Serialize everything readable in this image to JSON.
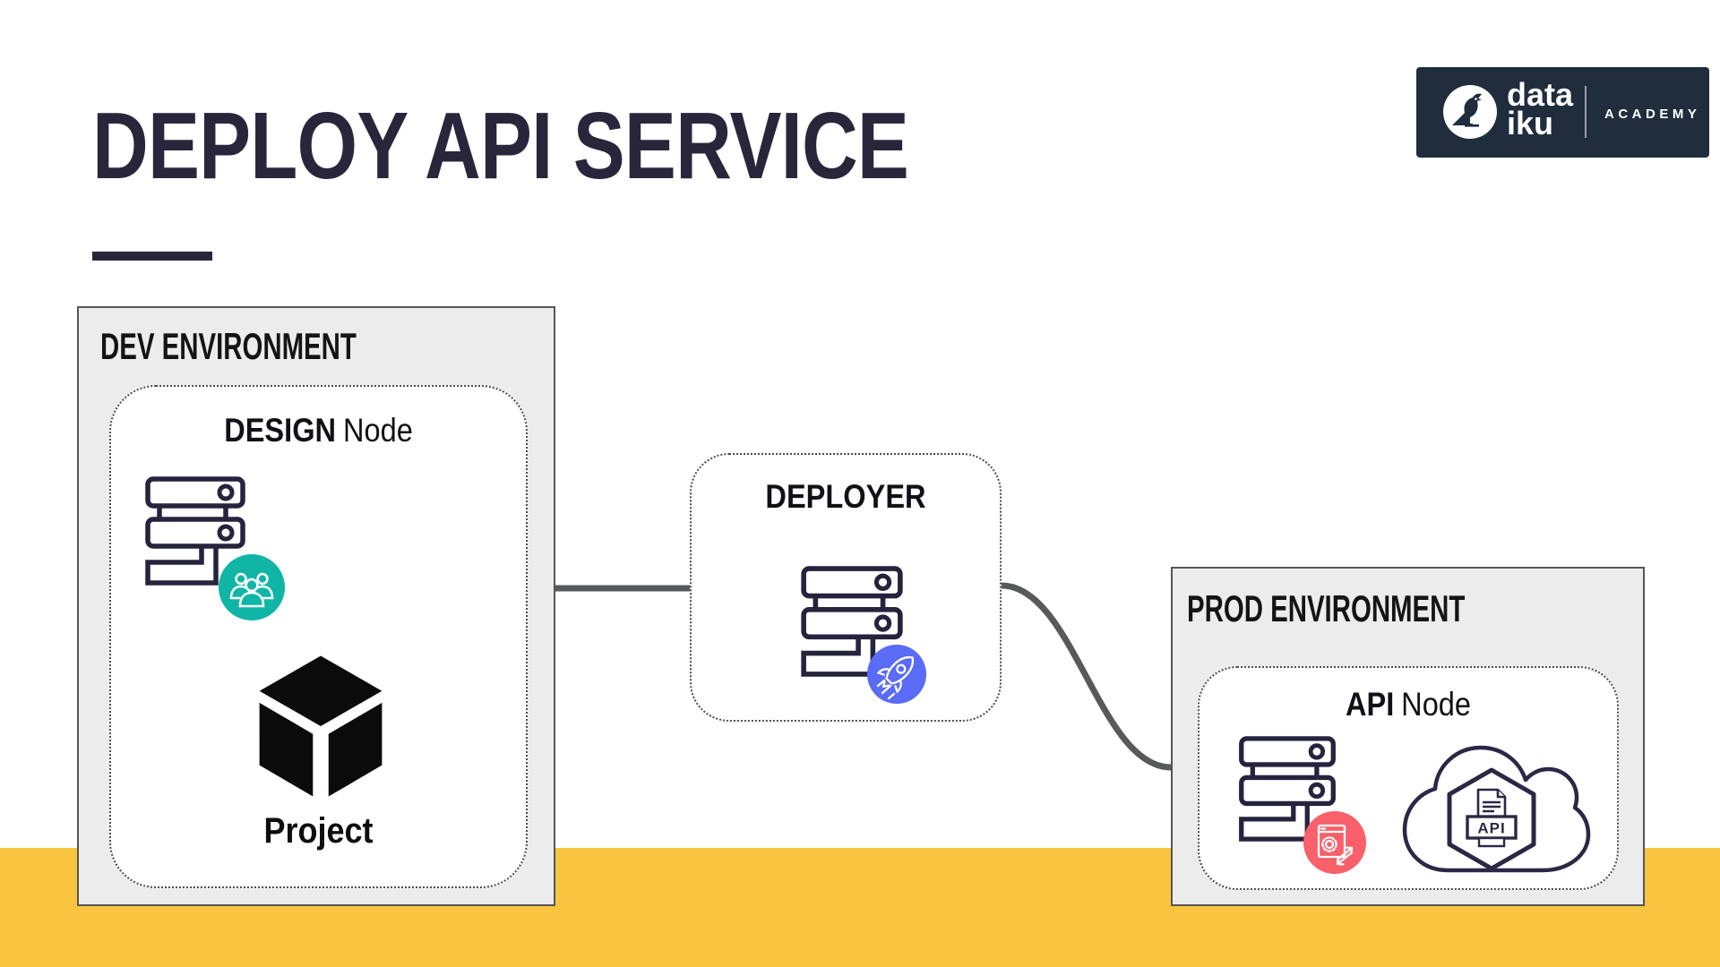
{
  "slide": {
    "title": "DEPLOY API SERVICE"
  },
  "logo": {
    "brand_top": "data",
    "brand_bottom": "iku",
    "suffix": "ACADEMY"
  },
  "dev_environment": {
    "label": "DEV ENVIRONMENT",
    "node": {
      "title_bold": "DESIGN",
      "title_rest": "Node"
    },
    "artifact_label": "Project"
  },
  "deployer": {
    "label": "DEPLOYER"
  },
  "prod_environment": {
    "label": "PROD ENVIRONMENT",
    "node": {
      "title_bold": "API",
      "title_rest": "Node"
    },
    "cloud_label": "API"
  },
  "icons": {
    "server": "server-rack-icon",
    "dev_badge": "users-group-icon",
    "deployer_badge": "rocket-icon",
    "prod_badge": "app-sync-gear-icon",
    "artifact": "package-cube-icon",
    "prod_service": "cloud-api-document-icon",
    "brand": "dataiku-bird-icon"
  },
  "colors": {
    "accent_yellow": "#F9C440",
    "env_box_bg": "#ECECEC",
    "title_navy": "#29263C",
    "icon_stroke_navy": "#26233E",
    "badge_teal": "#10B5A6",
    "badge_blue": "#5A6BF5",
    "badge_red": "#F8606A",
    "connector_gray": "#58595B",
    "logo_navy": "#1F2D3D"
  }
}
